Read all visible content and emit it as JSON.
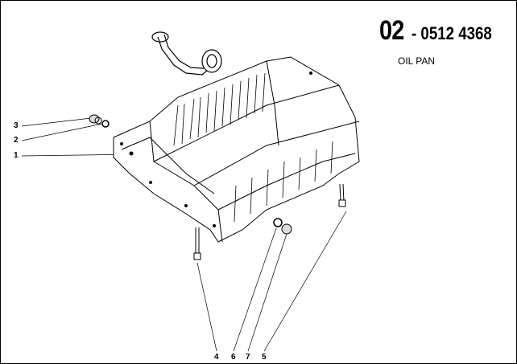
{
  "header": {
    "section": "02",
    "part_number": "- 0512 4368",
    "subtitle": "OIL PAN"
  },
  "callouts": [
    "1",
    "2",
    "3",
    "4",
    "5",
    "6",
    "7"
  ]
}
